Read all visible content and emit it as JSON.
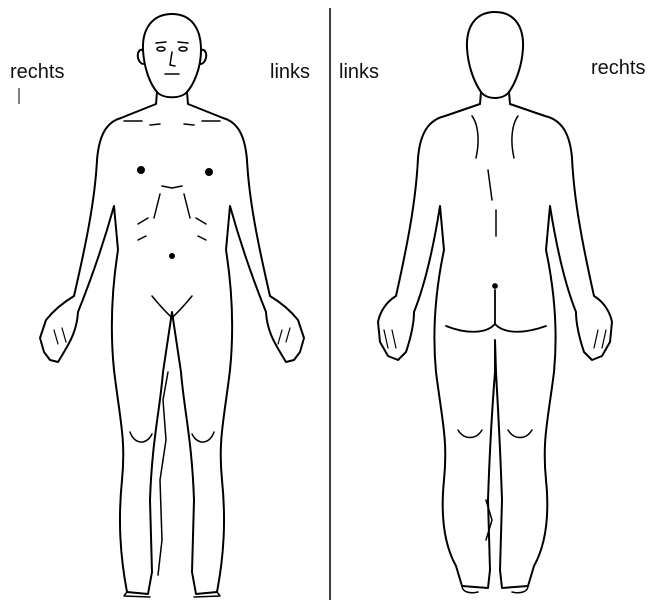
{
  "front_view": {
    "label_right": "rechts",
    "label_left": "links"
  },
  "back_view": {
    "label_left": "links",
    "label_right": "rechts"
  },
  "colors": {
    "line": "#000000",
    "text": "#111111",
    "background": "#ffffff"
  }
}
